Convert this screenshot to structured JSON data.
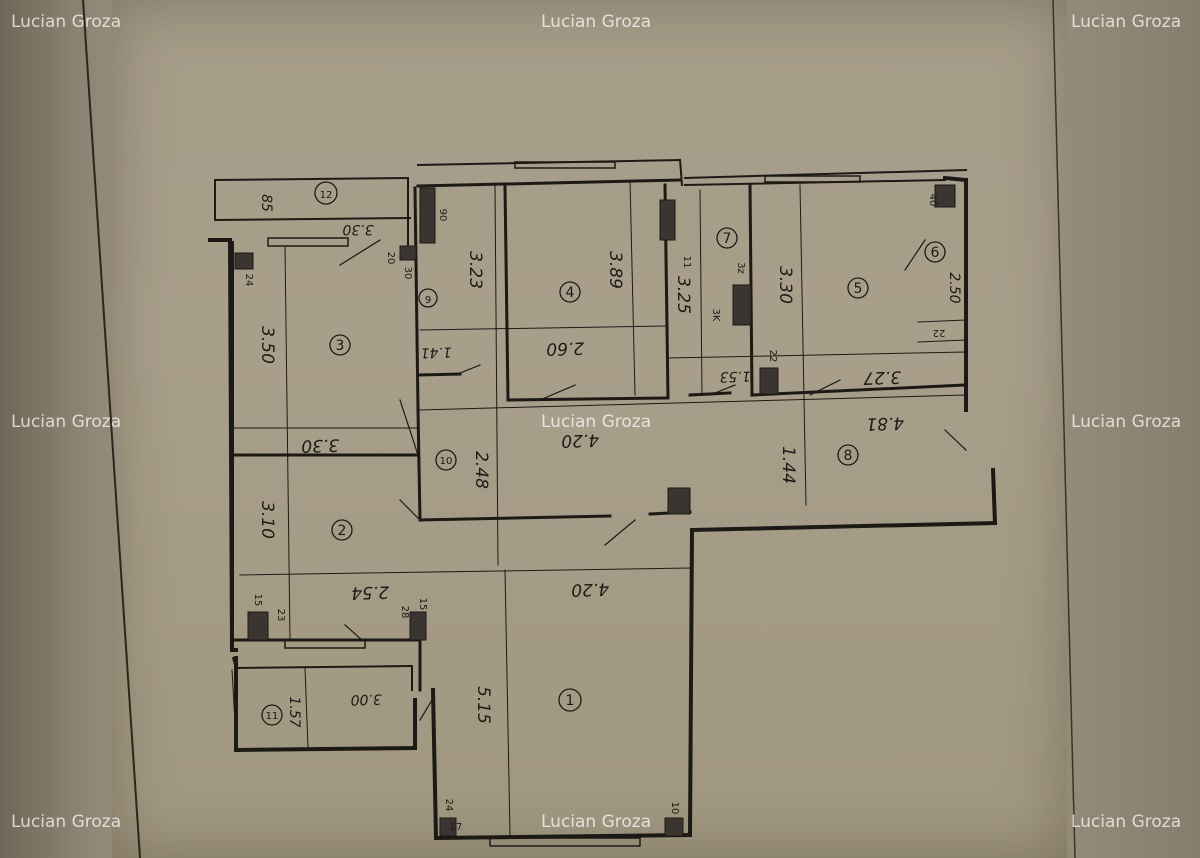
{
  "watermark": "Lucian Groza",
  "rooms": [
    {
      "id": "1",
      "num": "1",
      "w": "4.20",
      "h": "5.15"
    },
    {
      "id": "2",
      "num": "2",
      "w": "2.54",
      "h": "3.10"
    },
    {
      "id": "3",
      "num": "3",
      "w": "3.30",
      "h": "3.50"
    },
    {
      "id": "4",
      "num": "4",
      "w": "2.60",
      "h": "3.89"
    },
    {
      "id": "5",
      "num": "5",
      "w": "3.27",
      "h": "3.30"
    },
    {
      "id": "6",
      "num": "6",
      "h": "2.50"
    },
    {
      "id": "7",
      "num": "7",
      "w": "1.53",
      "h": "3.25"
    },
    {
      "id": "8",
      "num": "8",
      "w": "4.81",
      "h": "1.44"
    },
    {
      "id": "9",
      "num": "9",
      "w": "1.41",
      "h": "3.23"
    },
    {
      "id": "10",
      "num": "10",
      "w": "4.20",
      "h": "2.48"
    },
    {
      "id": "11",
      "num": "11",
      "w": "3.00",
      "h": "1.57"
    },
    {
      "id": "12",
      "num": "12",
      "w": "3.30",
      "h": "85"
    }
  ],
  "notes": {
    "n24_top": "24",
    "n20": "20",
    "n30": "30",
    "n90": "90",
    "n30_small": "3K",
    "n3z": "3z",
    "n40": "40",
    "n22_a": "22",
    "n22_b": "22",
    "n11": "11",
    "n15_a": "15",
    "n15_b": "15",
    "n23": "23",
    "n28": "28",
    "n24_bottom": "24",
    "n10": "10",
    "n17": "17"
  }
}
